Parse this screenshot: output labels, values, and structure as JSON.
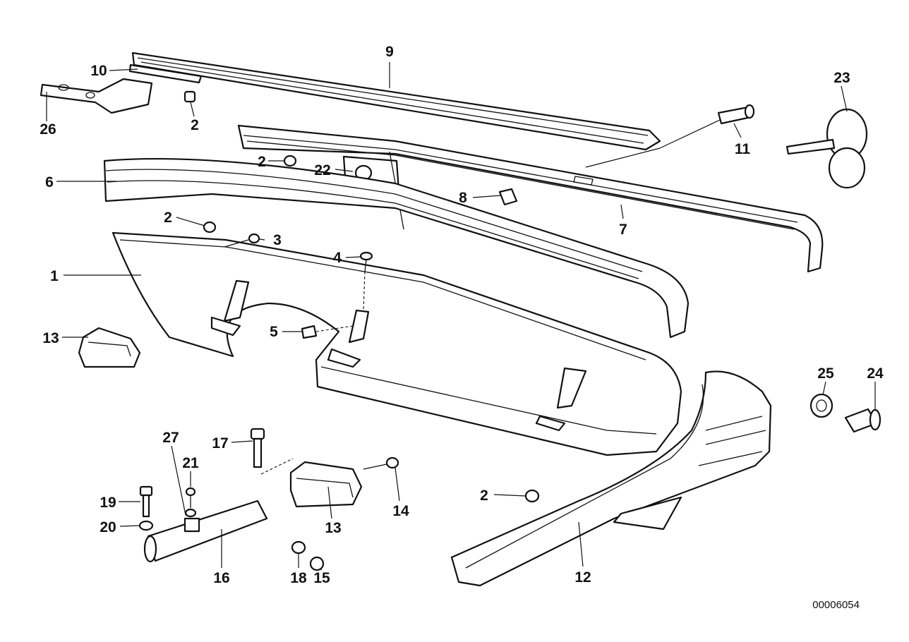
{
  "diagram": {
    "document_number": "00006054",
    "callouts": [
      "1",
      "2",
      "2",
      "2",
      "2",
      "3",
      "4",
      "5",
      "6",
      "7",
      "8",
      "9",
      "10",
      "11",
      "12",
      "13",
      "13",
      "14",
      "15",
      "16",
      "17",
      "18",
      "19",
      "20",
      "21",
      "22",
      "23",
      "24",
      "25",
      "26",
      "27"
    ],
    "colors": {
      "line": "#111111",
      "background": "#ffffff"
    }
  }
}
